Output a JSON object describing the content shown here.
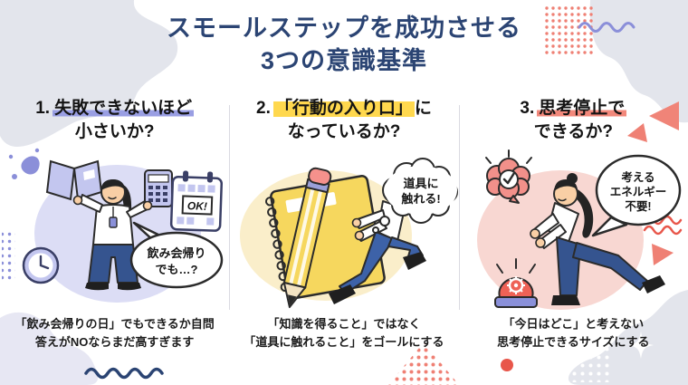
{
  "header": {
    "title_line1": "スモールステップを成功させる",
    "title_line2": "3つの意識基準"
  },
  "columns": [
    {
      "heading_prefix": "1.",
      "heading_highlight": "失敗できないほど",
      "heading_suffix": "",
      "heading_line2": "小さいか?",
      "speech_bubble_line1": "飲み会帰り",
      "speech_bubble_line2": "でも…?",
      "calendar_label": "OK!",
      "caption_line1": "「飲み会帰りの日」でもできるか自問",
      "caption_line2": "答えがNOならまだ高すぎます"
    },
    {
      "heading_prefix": "2.",
      "heading_highlight": "「行動の入り口」",
      "heading_suffix": "に",
      "heading_line2": "なっているか?",
      "thought_bubble_line1": "道具に",
      "thought_bubble_line2": "触れる!",
      "caption_line1": "「知識を得ること」ではなく",
      "caption_line2": "「道具に触れること」をゴールにする"
    },
    {
      "heading_prefix": "3.",
      "heading_highlight": "思考停止で",
      "heading_suffix": "",
      "heading_line2": "できるか?",
      "speech_bubble_line1": "考える",
      "speech_bubble_line2": "エネルギー",
      "speech_bubble_line3": "不要!",
      "caption_line1": "「今日はどこ」と考えない",
      "caption_line2": "思考停止できるサイズにする"
    }
  ],
  "colors": {
    "title_navy": "#2b4473",
    "text_black": "#1b1b1b",
    "highlight_purple": "#999ee3",
    "highlight_yellow": "#ffd84e",
    "highlight_salmon": "#f2887b",
    "blob_lavender": "#dcddf5",
    "blob_cream": "#faeeca",
    "blob_pink": "#f8d7d2",
    "blob_gray": "#e3e5ec",
    "accent_red": "#ee6256",
    "accent_purple": "#8b8fd9"
  },
  "icons": [
    "open-book-icon",
    "calculator-icon",
    "calendar-icon",
    "clock-icon",
    "ink-splash-icon",
    "notebook-icon",
    "pencil-icon",
    "thought-bubble",
    "speech-bubble",
    "brain-check-icon",
    "alarm-button-icon",
    "sparkle-icon",
    "squiggle-icon",
    "dots-pattern"
  ]
}
